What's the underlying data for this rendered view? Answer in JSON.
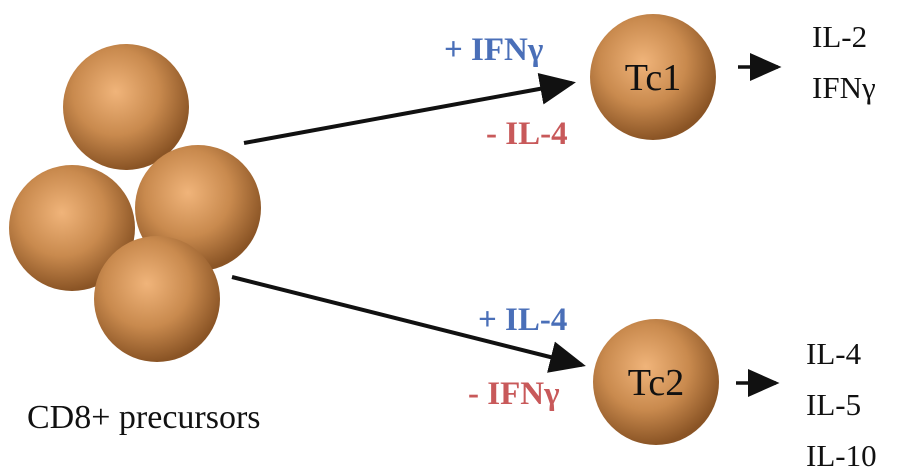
{
  "precursor_label": "CD8+ precursors",
  "top_branch": {
    "cell": "Tc1",
    "plus_signal": "+ IFNγ",
    "minus_signal": "- IL-4",
    "outputs": [
      "IL-2",
      "IFNγ"
    ]
  },
  "bottom_branch": {
    "cell": "Tc2",
    "plus_signal": "+ IL-4",
    "minus_signal": "- IFNγ",
    "outputs": [
      "IL-4",
      "IL-5",
      "IL-10"
    ]
  },
  "colors": {
    "cell_light": "#f0b47a",
    "cell_mid": "#c98a4e",
    "cell_dark": "#8a5425",
    "plus_text": "#4a6fb8",
    "minus_text": "#c8595a",
    "text": "#111111",
    "arrow": "#111111"
  }
}
